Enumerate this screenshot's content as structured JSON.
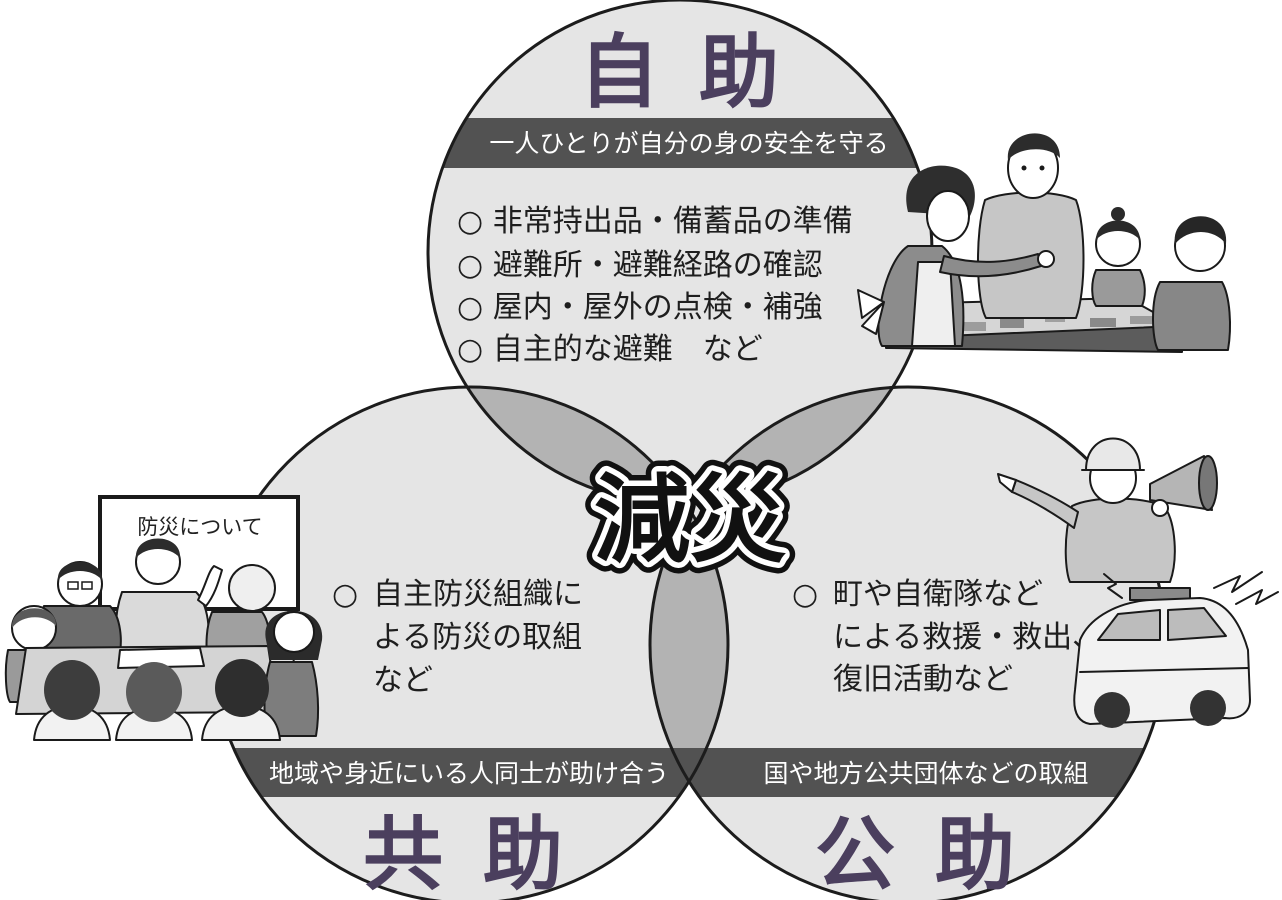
{
  "diagram": {
    "center_label": "減災",
    "self_help": {
      "title": "自 助",
      "band": "一人ひとりが自分の身の安全を守る",
      "items": [
        "○ 非常持出品・備蓄品の準備",
        "○ 避難所・避難経路の確認",
        "○ 屋内・屋外の点検・補強",
        "○ 自主的な避難　など"
      ]
    },
    "mutual_help": {
      "title": "共 助",
      "band": "地域や身近にいる人同士が助け合う",
      "bullet": "○",
      "lines": [
        "自主防災組織に",
        "よる防災の取組",
        "など"
      ]
    },
    "public_help": {
      "title": "公 助",
      "band": "国や地方公共団体などの取組",
      "bullet": "○",
      "lines": [
        "町や自衛隊など",
        "による救援・救出、",
        "復旧活動など"
      ]
    },
    "whiteboard_text": "防災について"
  },
  "colors": {
    "circle_fill": "#e5e5e5",
    "overlap_fill": "#b3b3b3",
    "band_fill": "#525252",
    "title_color": "#4b3f5e",
    "outline": "#1c1c1c"
  }
}
